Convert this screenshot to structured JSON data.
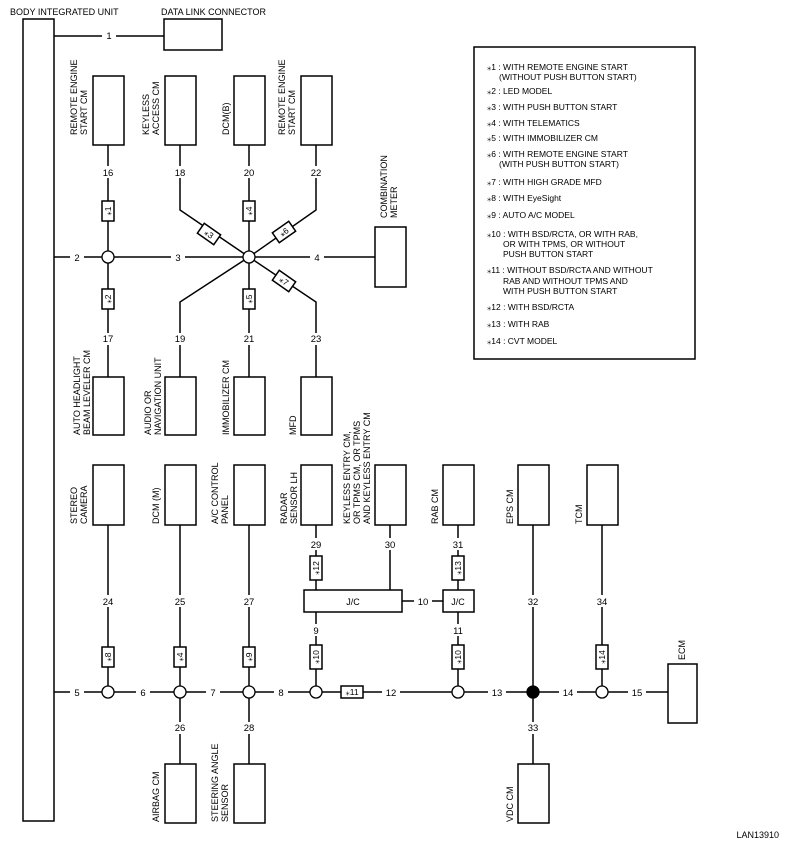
{
  "units": {
    "body_integrated_unit": "BODY INTEGRATED UNIT",
    "data_link_connector": "DATA LINK CONNECTOR",
    "remote_engine_start_cm_1": [
      "REMOTE ENGINE",
      "START CM"
    ],
    "keyless_access_cm": [
      "KEYLESS",
      "ACCESS CM"
    ],
    "dcm_b": [
      "DCM(B)"
    ],
    "remote_engine_start_cm_2": [
      "REMOTE ENGINE",
      "START CM"
    ],
    "combination_meter": [
      "COMBINATION",
      "METER"
    ],
    "auto_headlight": [
      "AUTO HEADLIGHT",
      "BEAM LEVELER CM"
    ],
    "audio_navigation": [
      "AUDIO OR",
      "NAVIGATION UNIT"
    ],
    "immobilizer_cm": [
      "IMMOBILIZER CM"
    ],
    "mfd": [
      "MFD"
    ],
    "stereo_camera": [
      "STEREO",
      "CAMERA"
    ],
    "dcm_m": [
      "DCM (M)"
    ],
    "ac_control_panel": [
      "A/C CONTROL",
      "PANEL"
    ],
    "radar_sensor_lh": [
      "RADAR",
      "SENSOR LH"
    ],
    "keyless_entry_cm": [
      "KEYLESS ENTRY CM,",
      "OR TPMS CM, OR TPMS",
      "AND KEYLESS ENTRY CM"
    ],
    "rab_cm": [
      "RAB CM"
    ],
    "eps_cm": [
      "EPS CM"
    ],
    "tcm": [
      "TCM"
    ],
    "ecm": [
      "ECM"
    ],
    "airbag_cm": [
      "AIRBAG CM"
    ],
    "steering_angle_sensor": [
      "STEERING ANGLE",
      "SENSOR"
    ],
    "vdc_cm": [
      "VDC CM"
    ],
    "jc1": "J/C",
    "jc2": "J/C"
  },
  "line_numbers": {
    "n1": "1",
    "n2": "2",
    "n3": "3",
    "n4": "4",
    "n5": "5",
    "n6": "6",
    "n7": "7",
    "n8": "8",
    "n9": "9",
    "n10": "10",
    "n11": "11",
    "n12": "12",
    "n13": "13",
    "n14": "14",
    "n15": "15",
    "n16": "16",
    "n17": "17",
    "n18": "18",
    "n19": "19",
    "n20": "20",
    "n21": "21",
    "n22": "22",
    "n23": "23",
    "n24": "24",
    "n25": "25",
    "n26": "26",
    "n27": "27",
    "n28": "28",
    "n29": "29",
    "n30": "30",
    "n31": "31",
    "n32": "32",
    "n33": "33",
    "n34": "34"
  },
  "tags": {
    "t1": "⁎1",
    "t2": "⁎2",
    "t3": "⁎3",
    "t4": "⁎4",
    "t5": "⁎5",
    "t6": "⁎6",
    "t7": "⁎7",
    "t8": "⁎8",
    "t4b": "⁎4",
    "t9": "⁎9",
    "t10a": "⁎10",
    "t11": "⁎11",
    "t10b": "⁎10",
    "t12": "⁎12",
    "t13": "⁎13",
    "t14": "⁎14"
  },
  "legend": [
    "⁎1 : WITH REMOTE ENGINE START",
    "   (WITHOUT PUSH BUTTON START)",
    "⁎2 : LED MODEL",
    "⁎3 : WITH PUSH BUTTON START",
    "⁎4 : WITH TELEMATICS",
    "⁎5 : WITH IMMOBILIZER CM",
    "⁎6 : WITH REMOTE ENGINE START",
    "   (WITH PUSH BUTTON START)",
    "⁎7 : WITH HIGH GRADE MFD",
    "⁎8 : WITH EyeSight",
    "⁎9 : AUTO A/C MODEL",
    "⁎10 : WITH BSD/RCTA, OR WITH RAB,",
    "   OR WITH TPMS, OR WITHOUT",
    "   PUSH BUTTON START",
    "⁎11 : WITHOUT BSD/RCTA AND WITHOUT",
    "   RAB AND WITHOUT TPMS AND",
    "   WITH PUSH BUTTON START",
    "⁎12 : WITH BSD/RCTA",
    "⁎13 : WITH RAB",
    "⁎14 : CVT MODEL"
  ],
  "figure_id": "LAN13910"
}
